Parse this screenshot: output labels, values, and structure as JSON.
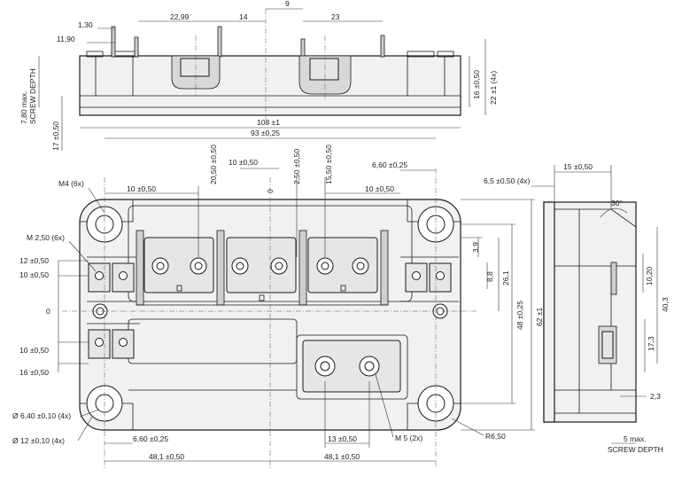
{
  "labels": {
    "top_1_30": "1,30",
    "top_11_90": "11,90",
    "top_22_99": "22,99",
    "top_14": "14",
    "top_9": "9",
    "top_23": "23",
    "right_16": "16 ±0,50",
    "right_22": "22 ±1 (4x)",
    "left_7_80": "7,80 max.",
    "left_screw_depth": "SCREW DEPTH",
    "left_17": "17 ±0,50",
    "w108": "108 ±1",
    "w93": "93 ±0,25",
    "m4": "M4 (6x)",
    "d10a": "10 ±0,50",
    "d20_50": "20,50 ±0,50",
    "d10b": "10 ±0,50",
    "d0": "0",
    "d2_50": "2,50 ±0,50",
    "d15_50": "15,50 ±0,50",
    "d10c": "10 ±0,50",
    "d6_60_top": "6,60 ±0,25",
    "m2_50": "M 2,50 (6x)",
    "l12": "12 ±0,50",
    "l10a": "10 ±0,50",
    "l0": "0",
    "l10b": "10 ±0,50",
    "l16": "16 ±0,50",
    "phi6_40": "Ø 6,40 ±0,10 (4x)",
    "phi12": "Ø 12 ±0,10 (4x)",
    "d6_60_bot": "6,60 ±0,25",
    "d13": "13 ±0,50",
    "m5": "M 5 (2x)",
    "r6_50": "R6,50",
    "d48_left": "48,1 ±0,50",
    "d48_right": "48,1 ±0,50",
    "v3_9": "3,9",
    "v8_8": "8,8",
    "v26_1": "26,1",
    "v48": "48 ±0,25",
    "v62": "62 ±1",
    "s15": "15 ±0,50",
    "s6_5": "6,5 ±0,50 (4x)",
    "s30": "30°",
    "s10_20": "10,20",
    "s40_3": "40,3",
    "s17_3": "17,3",
    "s2_3": "2,3",
    "s5max": "5 max.",
    "s_screw_depth": "SCREW DEPTH"
  }
}
